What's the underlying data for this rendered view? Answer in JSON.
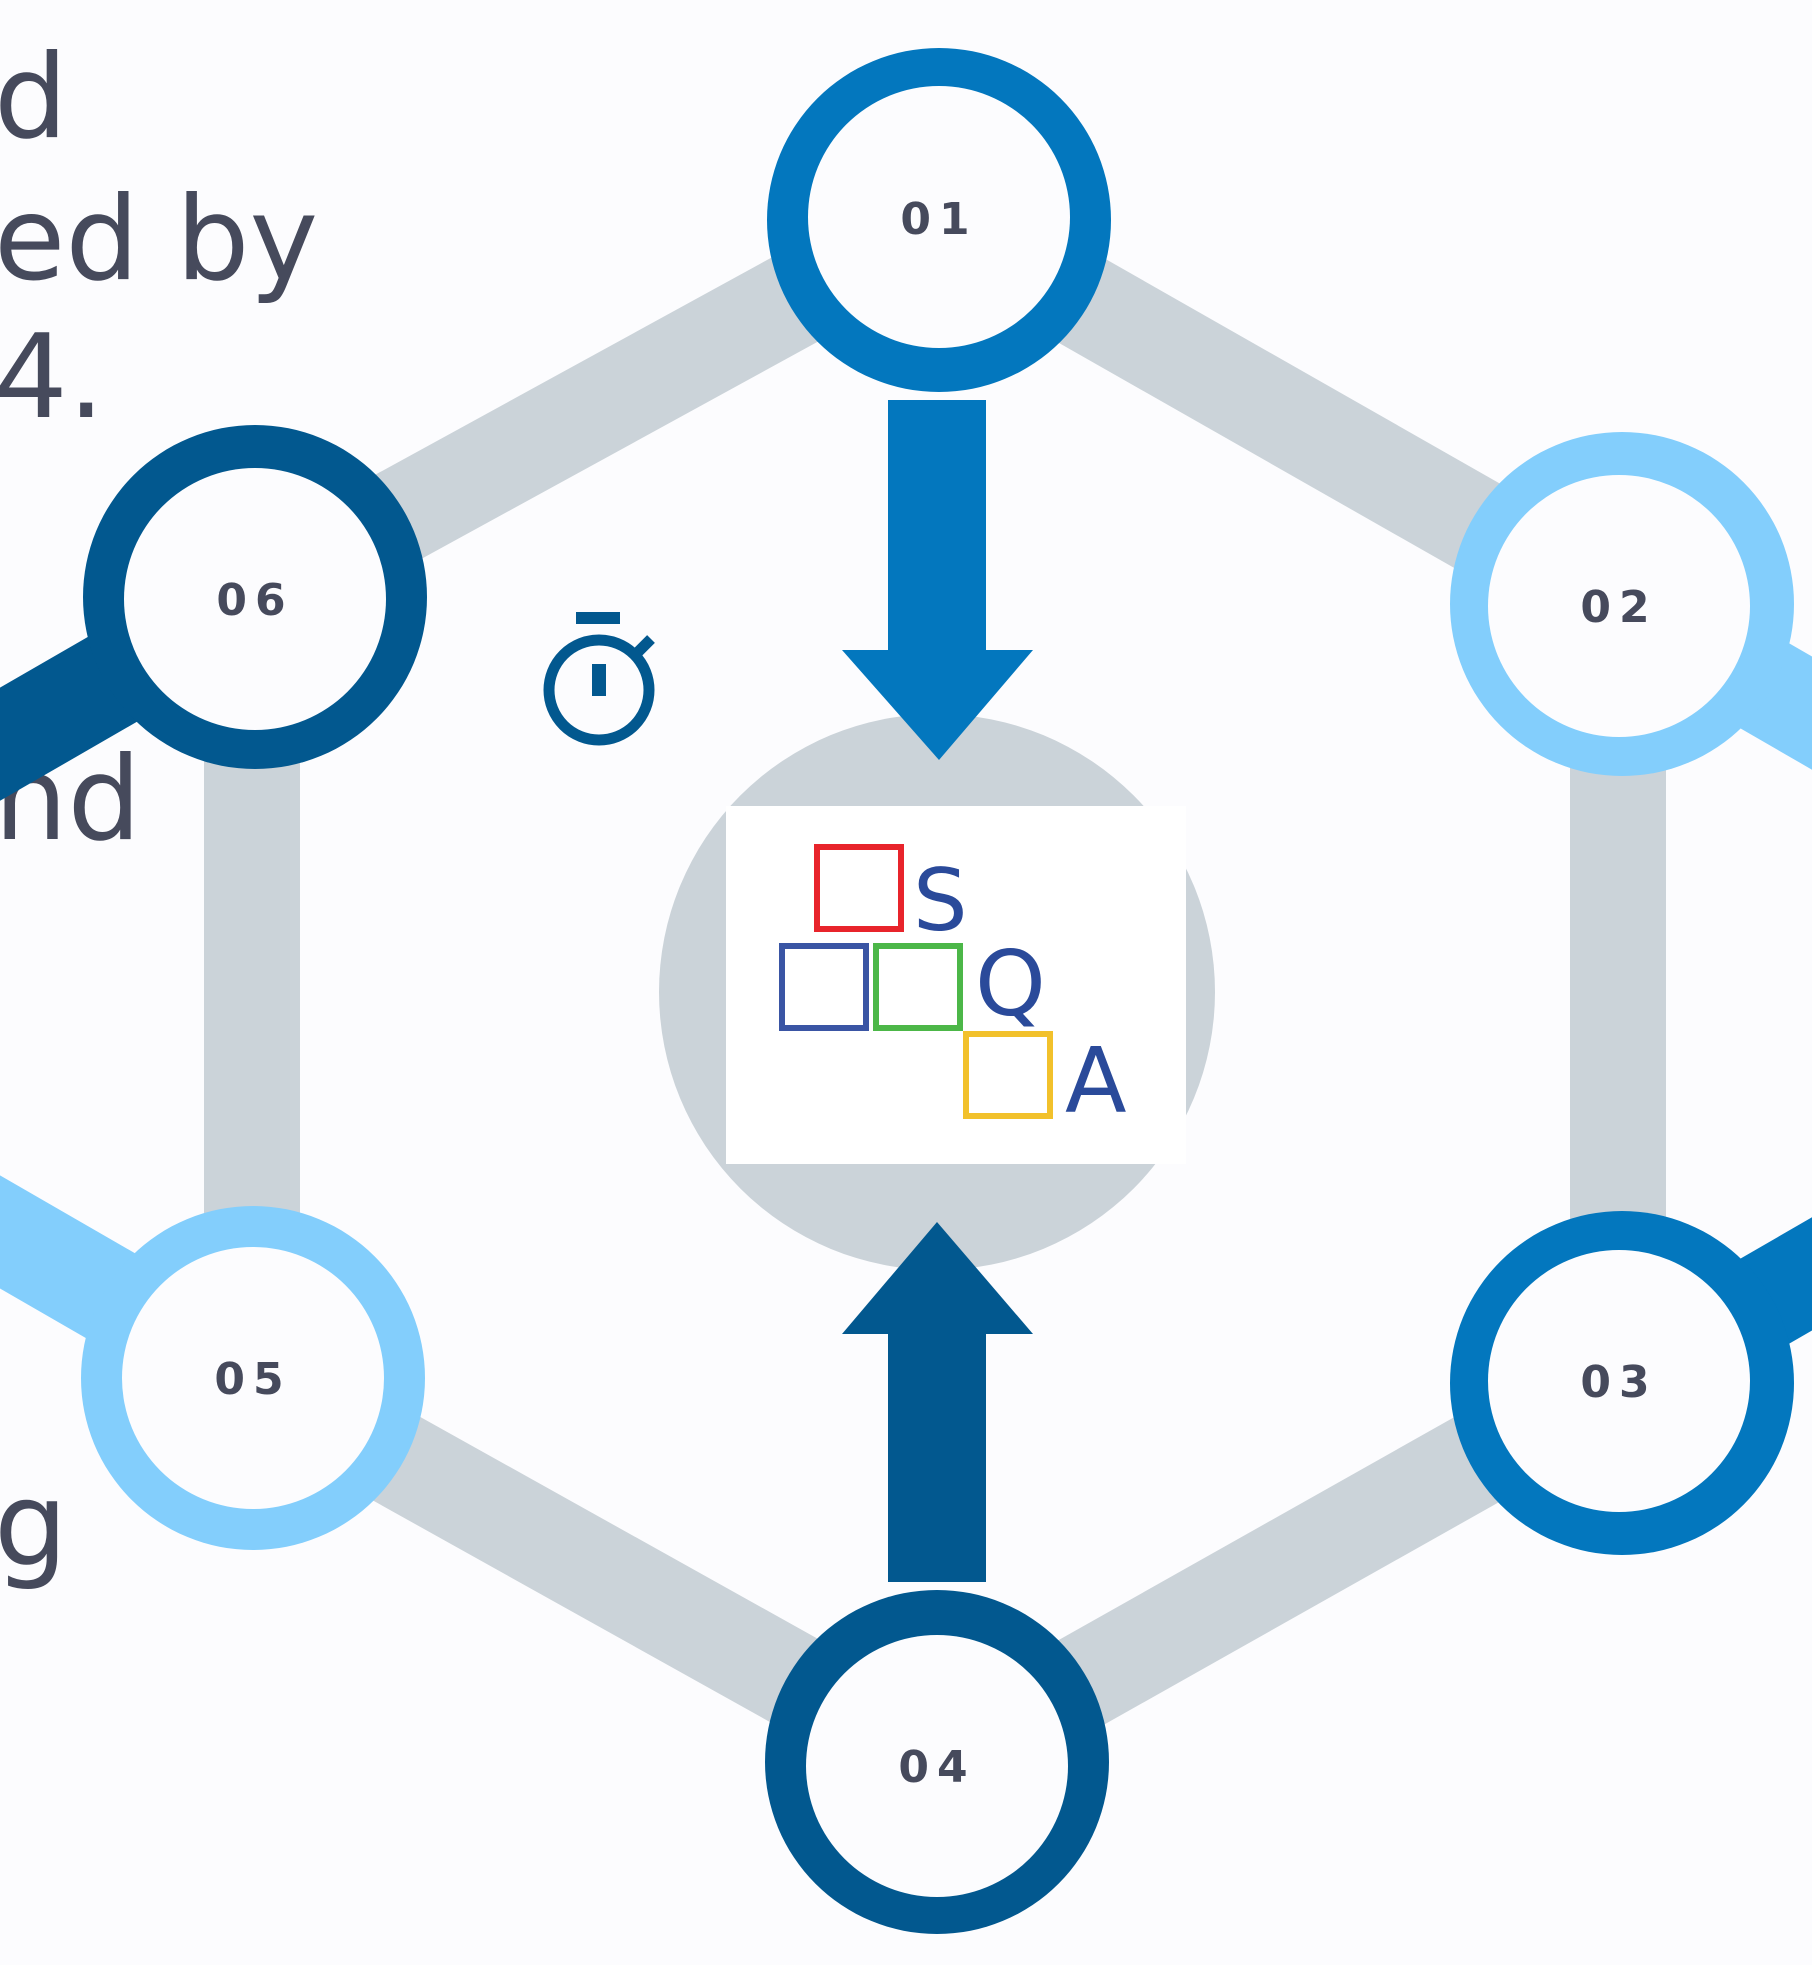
{
  "side_text": {
    "fragments": [
      "d",
      "ed by",
      "4.",
      "nd",
      "g"
    ]
  },
  "colors": {
    "dark_blue": "#02588f",
    "mid_blue": "#0377be",
    "light_blue": "#83cefc",
    "connector_gray": "#cbd3d9",
    "label_text": "#464a5c",
    "background": "#fcfcfe"
  },
  "nodes": [
    {
      "label": "01",
      "color": "mid_blue"
    },
    {
      "label": "02",
      "color": "light_blue"
    },
    {
      "label": "03",
      "color": "mid_blue"
    },
    {
      "label": "04",
      "color": "dark_blue"
    },
    {
      "label": "05",
      "color": "light_blue"
    },
    {
      "label": "06",
      "color": "dark_blue"
    }
  ],
  "logo": {
    "letters": [
      "S",
      "Q",
      "A"
    ],
    "box_colors": [
      "#e8242b",
      "#3a55a4",
      "#4cb748",
      "#f2c12b"
    ],
    "letter_color": "#2a4a9a"
  },
  "icons": {
    "stopwatch": "stopwatch-icon"
  }
}
